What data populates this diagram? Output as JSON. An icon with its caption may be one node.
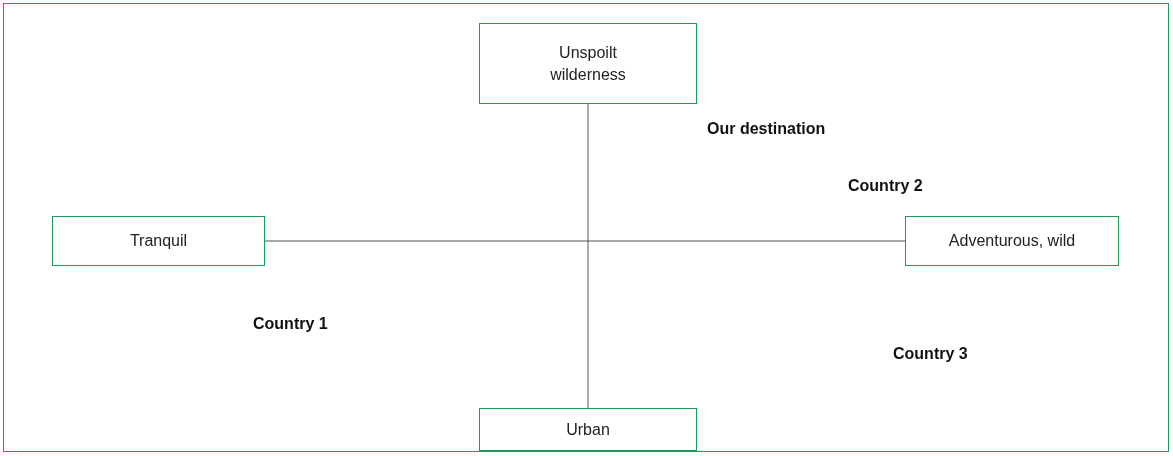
{
  "diagram": {
    "nodes": [
      {
        "text": [
          "Unspoilt wilderness"
        ]
      },
      {
        "text": [
          "Tranquil"
        ]
      },
      {
        "text": [
          "Adventurous, wild"
        ]
      },
      {
        "text": [
          "Urban"
        ]
      }
    ],
    "edges": [
      {
        "from": 0,
        "to": 3,
        "arrow": "none"
      },
      {
        "from": 1,
        "to": 2,
        "arrow": "none"
      }
    ],
    "labels": [
      "Our destination",
      "Country 2",
      "Country 1",
      "Country 3"
    ]
  }
}
